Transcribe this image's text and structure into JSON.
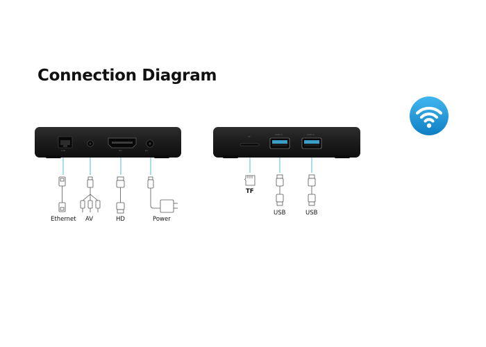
{
  "title": "Connection Diagram",
  "icons": {
    "wifi": "wifi-icon"
  },
  "colors": {
    "device": "#1c1c1c",
    "connector_line": "#6ec6dd",
    "usb_port": "#3a9ec7",
    "wifi_badge": "#1f96d6"
  },
  "left_panel": {
    "ports": [
      {
        "label": "Ethernet"
      },
      {
        "label": "AV"
      },
      {
        "label": "HD"
      },
      {
        "label": "Power"
      }
    ]
  },
  "right_panel": {
    "ports": [
      {
        "label": "TF"
      },
      {
        "label": "USB"
      },
      {
        "label": "USB"
      }
    ]
  }
}
